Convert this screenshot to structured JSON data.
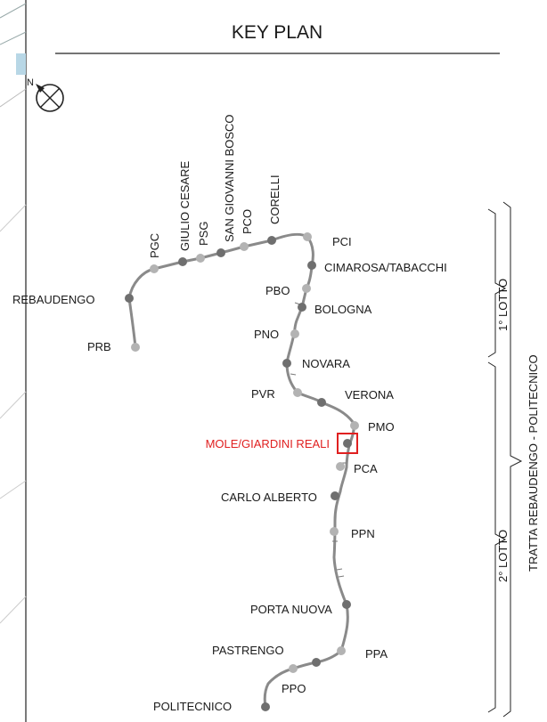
{
  "title": "KEY PLAN",
  "north": "N",
  "colors": {
    "line": "#8a8a8a",
    "station_dark": "#6f6f6f",
    "station_light": "#b3b3b3",
    "highlight": "#e02020"
  },
  "stations": [
    {
      "code": "PRB",
      "label": "PRB",
      "shade": "light"
    },
    {
      "code": "REBAUDENGO",
      "label": "REBAUDENGO",
      "shade": "dark"
    },
    {
      "code": "PGC",
      "label": "PGC",
      "shade": "light"
    },
    {
      "code": "GIULIO_CESARE",
      "label": "GIULIO CESARE",
      "shade": "dark"
    },
    {
      "code": "PSG",
      "label": "PSG",
      "shade": "light"
    },
    {
      "code": "SAN_GIOVANNI_BOSCO",
      "label": "SAN GIOVANNI BOSCO",
      "shade": "dark"
    },
    {
      "code": "PCO",
      "label": "PCO",
      "shade": "light"
    },
    {
      "code": "CORELLI",
      "label": "CORELLI",
      "shade": "dark"
    },
    {
      "code": "PCI",
      "label": "PCI",
      "shade": "light"
    },
    {
      "code": "CIMAROSA",
      "label": "CIMAROSA/TABACCHI",
      "shade": "dark"
    },
    {
      "code": "PBO",
      "label": "PBO",
      "shade": "light"
    },
    {
      "code": "BOLOGNA",
      "label": "BOLOGNA",
      "shade": "dark"
    },
    {
      "code": "PNO",
      "label": "PNO",
      "shade": "light"
    },
    {
      "code": "NOVARA",
      "label": "NOVARA",
      "shade": "dark"
    },
    {
      "code": "PVR",
      "label": "PVR",
      "shade": "light"
    },
    {
      "code": "VERONA",
      "label": "VERONA",
      "shade": "dark"
    },
    {
      "code": "PMO",
      "label": "PMO",
      "shade": "light"
    },
    {
      "code": "MOLE",
      "label": "MOLE/GIARDINI REALI",
      "shade": "dark",
      "highlight": true
    },
    {
      "code": "PCA",
      "label": "PCA",
      "shade": "light"
    },
    {
      "code": "CARLO_ALBERTO",
      "label": "CARLO ALBERTO",
      "shade": "dark"
    },
    {
      "code": "PPN",
      "label": "PPN",
      "shade": "light"
    },
    {
      "code": "PORTA_NUOVA",
      "label": "PORTA NUOVA",
      "shade": "dark"
    },
    {
      "code": "PPA",
      "label": "PPA",
      "shade": "light"
    },
    {
      "code": "PASTRENGO",
      "label": "PASTRENGO",
      "shade": "dark"
    },
    {
      "code": "PPO",
      "label": "PPO",
      "shade": "light"
    },
    {
      "code": "POLITECNICO",
      "label": "POLITECNICO",
      "shade": "dark"
    }
  ],
  "lots": {
    "first": "1° LOTTO",
    "second": "2° LOTTO"
  },
  "section": "TRATTA REBAUDENGO - POLITECNICO"
}
